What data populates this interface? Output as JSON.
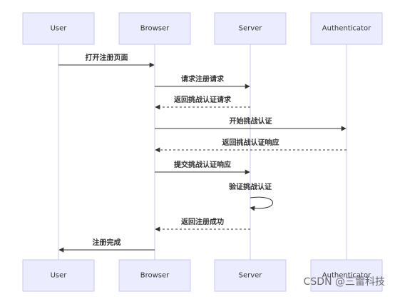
{
  "actors": [
    {
      "id": "user",
      "label": "User"
    },
    {
      "id": "browser",
      "label": "Browser"
    },
    {
      "id": "server",
      "label": "Server"
    },
    {
      "id": "authenticator",
      "label": "Authenticator"
    }
  ],
  "messages": [
    {
      "from": "user",
      "to": "browser",
      "label": "打开注册页面",
      "style": "solid"
    },
    {
      "from": "browser",
      "to": "server",
      "label": "请求注册请求",
      "style": "solid"
    },
    {
      "from": "server",
      "to": "browser",
      "label": "返回挑战认证请求",
      "style": "dashed"
    },
    {
      "from": "browser",
      "to": "authenticator",
      "label": "开始挑战认证",
      "style": "solid"
    },
    {
      "from": "authenticator",
      "to": "browser",
      "label": "返回挑战认证响应",
      "style": "dashed"
    },
    {
      "from": "browser",
      "to": "server",
      "label": "提交挑战认证响应",
      "style": "solid"
    },
    {
      "from": "server",
      "to": "server",
      "label": "验证挑战认证",
      "style": "solid"
    },
    {
      "from": "server",
      "to": "browser",
      "label": "返回注册成功",
      "style": "dashed"
    },
    {
      "from": "browser",
      "to": "user",
      "label": "注册完成",
      "style": "solid"
    }
  ],
  "watermark": "CSDN @三雷科技"
}
